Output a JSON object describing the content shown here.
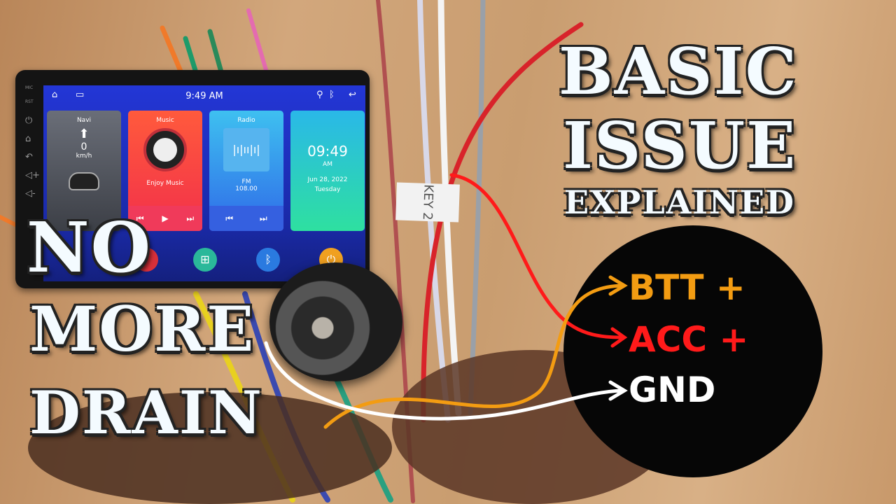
{
  "head_unit": {
    "status_time": "9:49 AM",
    "side_labels": [
      "MIC",
      "RST"
    ],
    "cards": {
      "navi": {
        "title": "Navi",
        "speed": "0",
        "unit": "km/h"
      },
      "music": {
        "title": "Music",
        "caption": "Enjoy Music"
      },
      "radio": {
        "title": "Radio",
        "band": "FM",
        "frequency": "108.00"
      },
      "clock": {
        "time": "09:49",
        "ampm": "AM",
        "date": "Jun 28, 2022",
        "day": "Tuesday"
      }
    }
  },
  "wire_tag": "KEY 2",
  "headline": {
    "line1": "BASIC",
    "line2": "ISSUE",
    "line3": "EXPLAINED"
  },
  "left_text": {
    "line1": "NO",
    "line2": "MORE",
    "line3": "DRAIN"
  },
  "wiring": {
    "btt": {
      "label": "BTT +",
      "color": "#f39c12"
    },
    "acc": {
      "label": "ACC +",
      "color": "#ff1a1a"
    },
    "gnd": {
      "label": "GND",
      "color": "#ffffff"
    }
  }
}
